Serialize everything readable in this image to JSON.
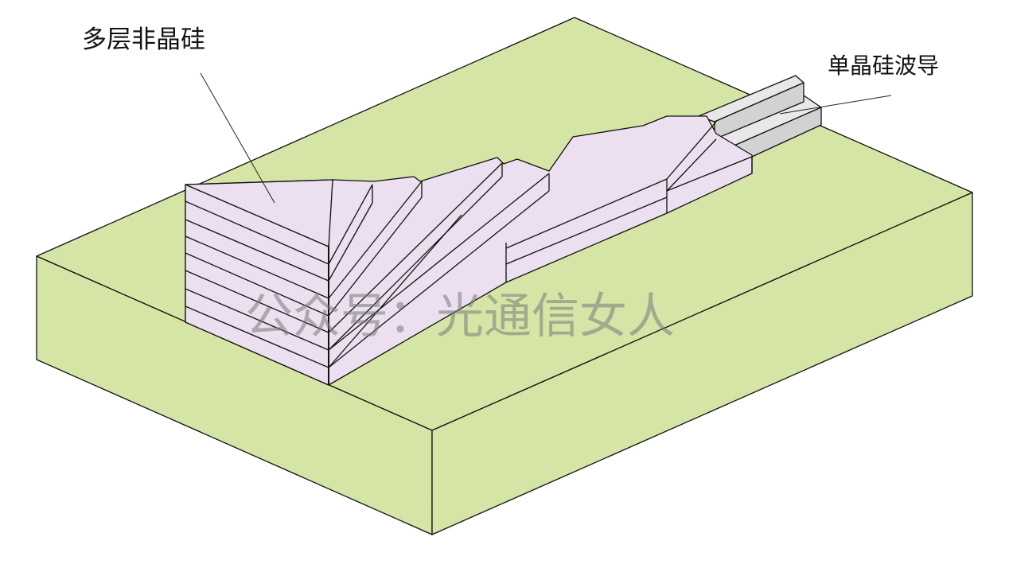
{
  "labels": {
    "multilayer": "多层非晶硅",
    "waveguide": "单晶硅波导"
  },
  "watermark": "公众号：光通信女人",
  "colors": {
    "substrate": "#d5e5a6",
    "amorphous_si": "#ebdff0",
    "crystal_si_top": "#e8e8e8",
    "crystal_si_side": "#d2d2d2",
    "outline": "#111111"
  }
}
